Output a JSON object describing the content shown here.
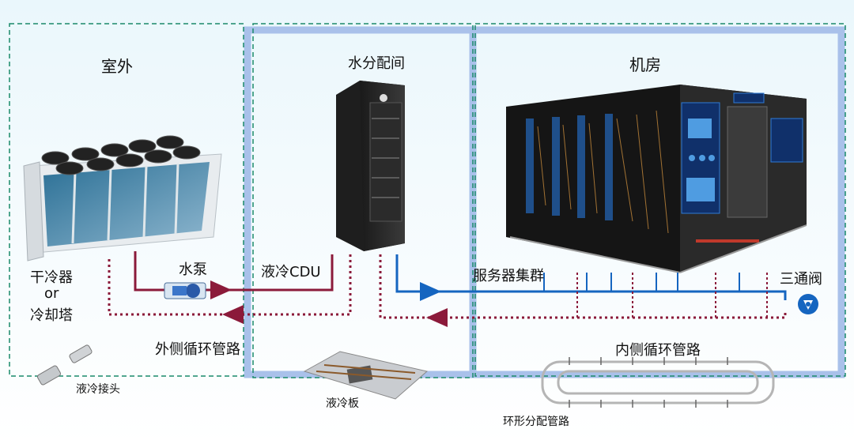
{
  "zones": {
    "outdoor": "室外",
    "distribution_room": "水分配间",
    "machine_room": "机房"
  },
  "labels": {
    "dry_cooler_line1": "干冷器",
    "dry_cooler_line2": "or",
    "dry_cooler_line3": "冷却塔",
    "pump": "水泵",
    "cdu": "液冷CDU",
    "server_cluster": "服务器集群",
    "three_way_valve": "三通阀",
    "outer_loop": "外侧循环管路",
    "inner_loop": "内侧循环管路",
    "quick_connector": "液冷接头",
    "cold_plate": "液冷板",
    "ring_manifold": "环形分配管路"
  },
  "colors": {
    "outer_supply": "#8b1a3a",
    "outer_return": "#8b1a3a",
    "inner_supply": "#1565c0",
    "inner_return": "#8b1a3a",
    "zone_border": "#1a8a6a",
    "room_frame": "#9fb7e6"
  }
}
